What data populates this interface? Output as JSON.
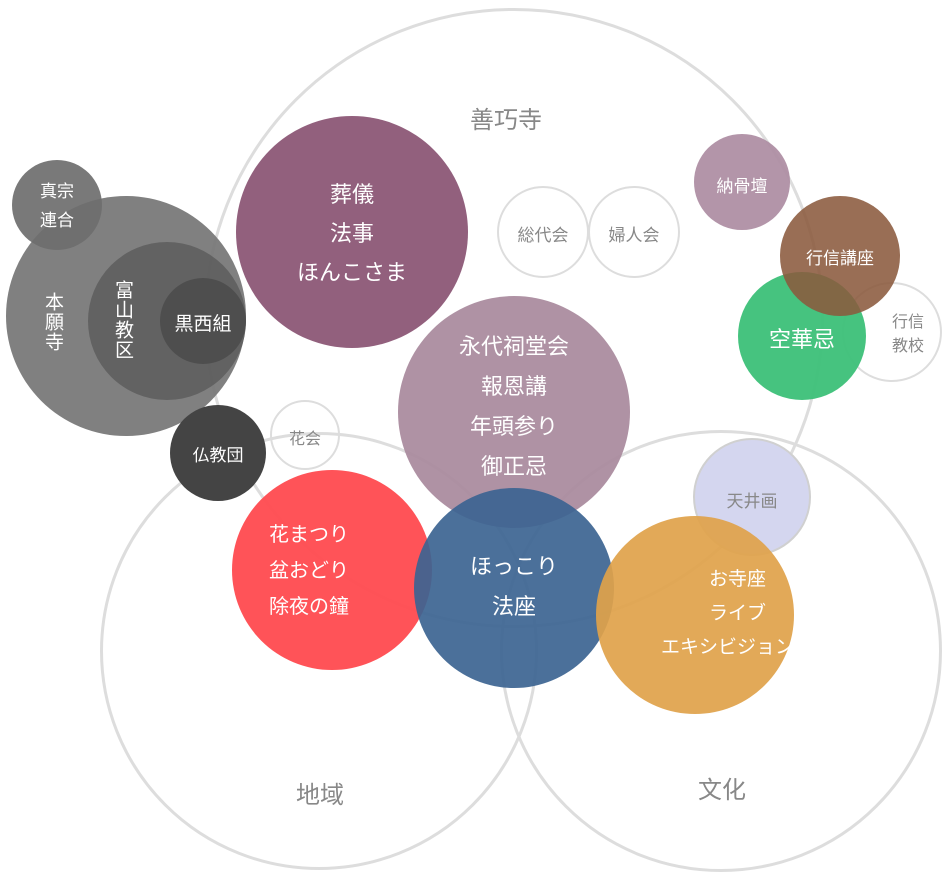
{
  "colors": {
    "ring": "#dcdcdc",
    "funeral": "#8a5473",
    "events": "#a98a9d",
    "festival": "#ff4a4f",
    "hokkori": "#3c6491",
    "temple_live": "#e0a24a",
    "kuge": "#3cc078",
    "gyoshin_kouza": "#8b5a3e",
    "nokotsu": "#ad8ca2",
    "tenjo": "#d4d6ef",
    "honganji": "#767676",
    "bukkyodan": "#444444"
  },
  "rings": {
    "zengyoji": "善巧寺",
    "chiiki": "地域",
    "bunka": "文化"
  },
  "bubbles": {
    "funeral": [
      "葬儀",
      "法事",
      "ほんこさま"
    ],
    "events": [
      "永代祠堂会",
      "報恩講",
      "年頭参り",
      "御正忌"
    ],
    "festival": [
      "花まつり",
      "盆おどり",
      "除夜の鐘"
    ],
    "hokkori": [
      "ほっこり",
      "法座"
    ],
    "temple_live": [
      "お寺座",
      "ライブ",
      "エキシビジョン"
    ],
    "kuge": "空華忌",
    "gyoshin_kouza": "行信講座",
    "gyoshin_kyoko": [
      "行信",
      "教校"
    ],
    "nokotsu": "納骨壇",
    "tenjo": "天井画",
    "sodaikai": "総代会",
    "fujinkai": "婦人会",
    "hanakai": "花会",
    "bukkyodan": "仏教団",
    "shinshu_rengo": [
      "真宗",
      "連合"
    ],
    "honganji": "本願寺",
    "toyama_kyoku": "富山教区",
    "kuronishi": "黒西組"
  }
}
